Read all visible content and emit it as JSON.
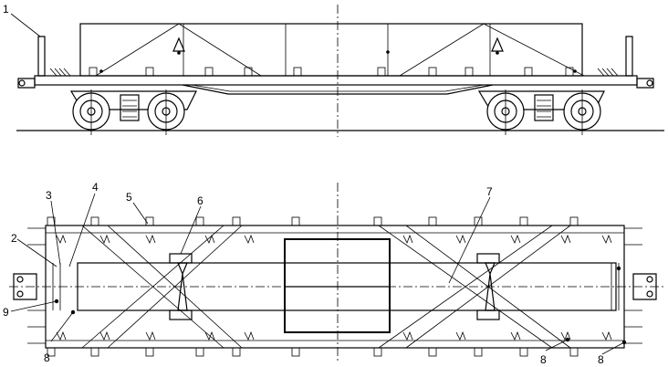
{
  "callouts": [
    {
      "id": "c1",
      "text": "1"
    },
    {
      "id": "c2",
      "text": "2"
    },
    {
      "id": "c3",
      "text": "3"
    },
    {
      "id": "c4",
      "text": "4"
    },
    {
      "id": "c5",
      "text": "5"
    },
    {
      "id": "c6",
      "text": "6"
    },
    {
      "id": "c7",
      "text": "7"
    },
    {
      "id": "c8a",
      "text": "8"
    },
    {
      "id": "c8b",
      "text": "8"
    },
    {
      "id": "c8c",
      "text": "8"
    },
    {
      "id": "c9",
      "text": "9"
    }
  ]
}
